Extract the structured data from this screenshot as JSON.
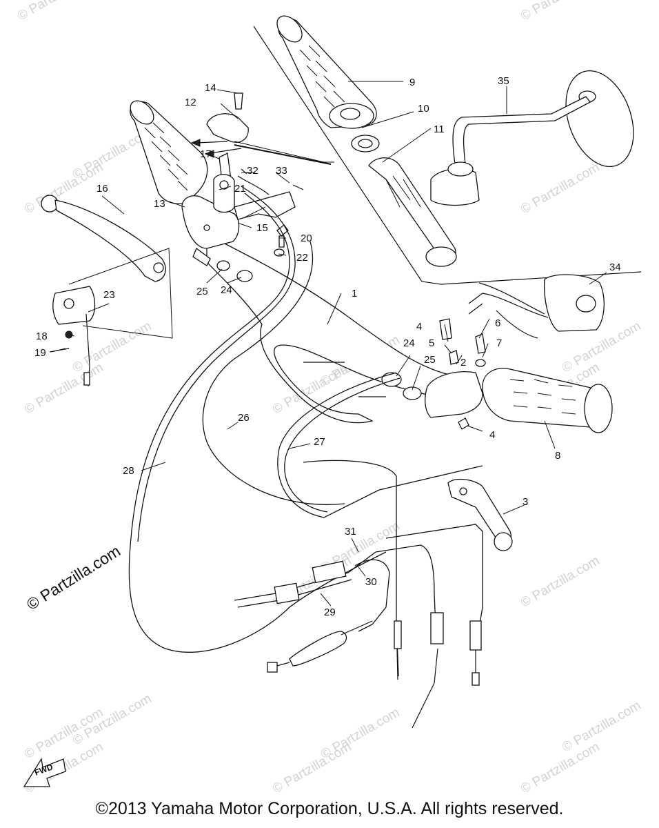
{
  "watermark": "© Partzilla.com",
  "watermark_main": "© Partzilla.com",
  "copyright": "©2013 Yamaha Motor Corporation, U.S.A. All rights reserved.",
  "fwd_label": "FWD",
  "callouts": [
    "1",
    "2",
    "3",
    "4",
    "4",
    "5",
    "6",
    "7",
    "8",
    "9",
    "10",
    "11",
    "12",
    "13",
    "14",
    "15",
    "16",
    "17",
    "18",
    "19",
    "20",
    "21",
    "22",
    "23",
    "24",
    "24",
    "25",
    "25",
    "26",
    "27",
    "28",
    "29",
    "30",
    "31",
    "32",
    "33",
    "34",
    "35"
  ]
}
